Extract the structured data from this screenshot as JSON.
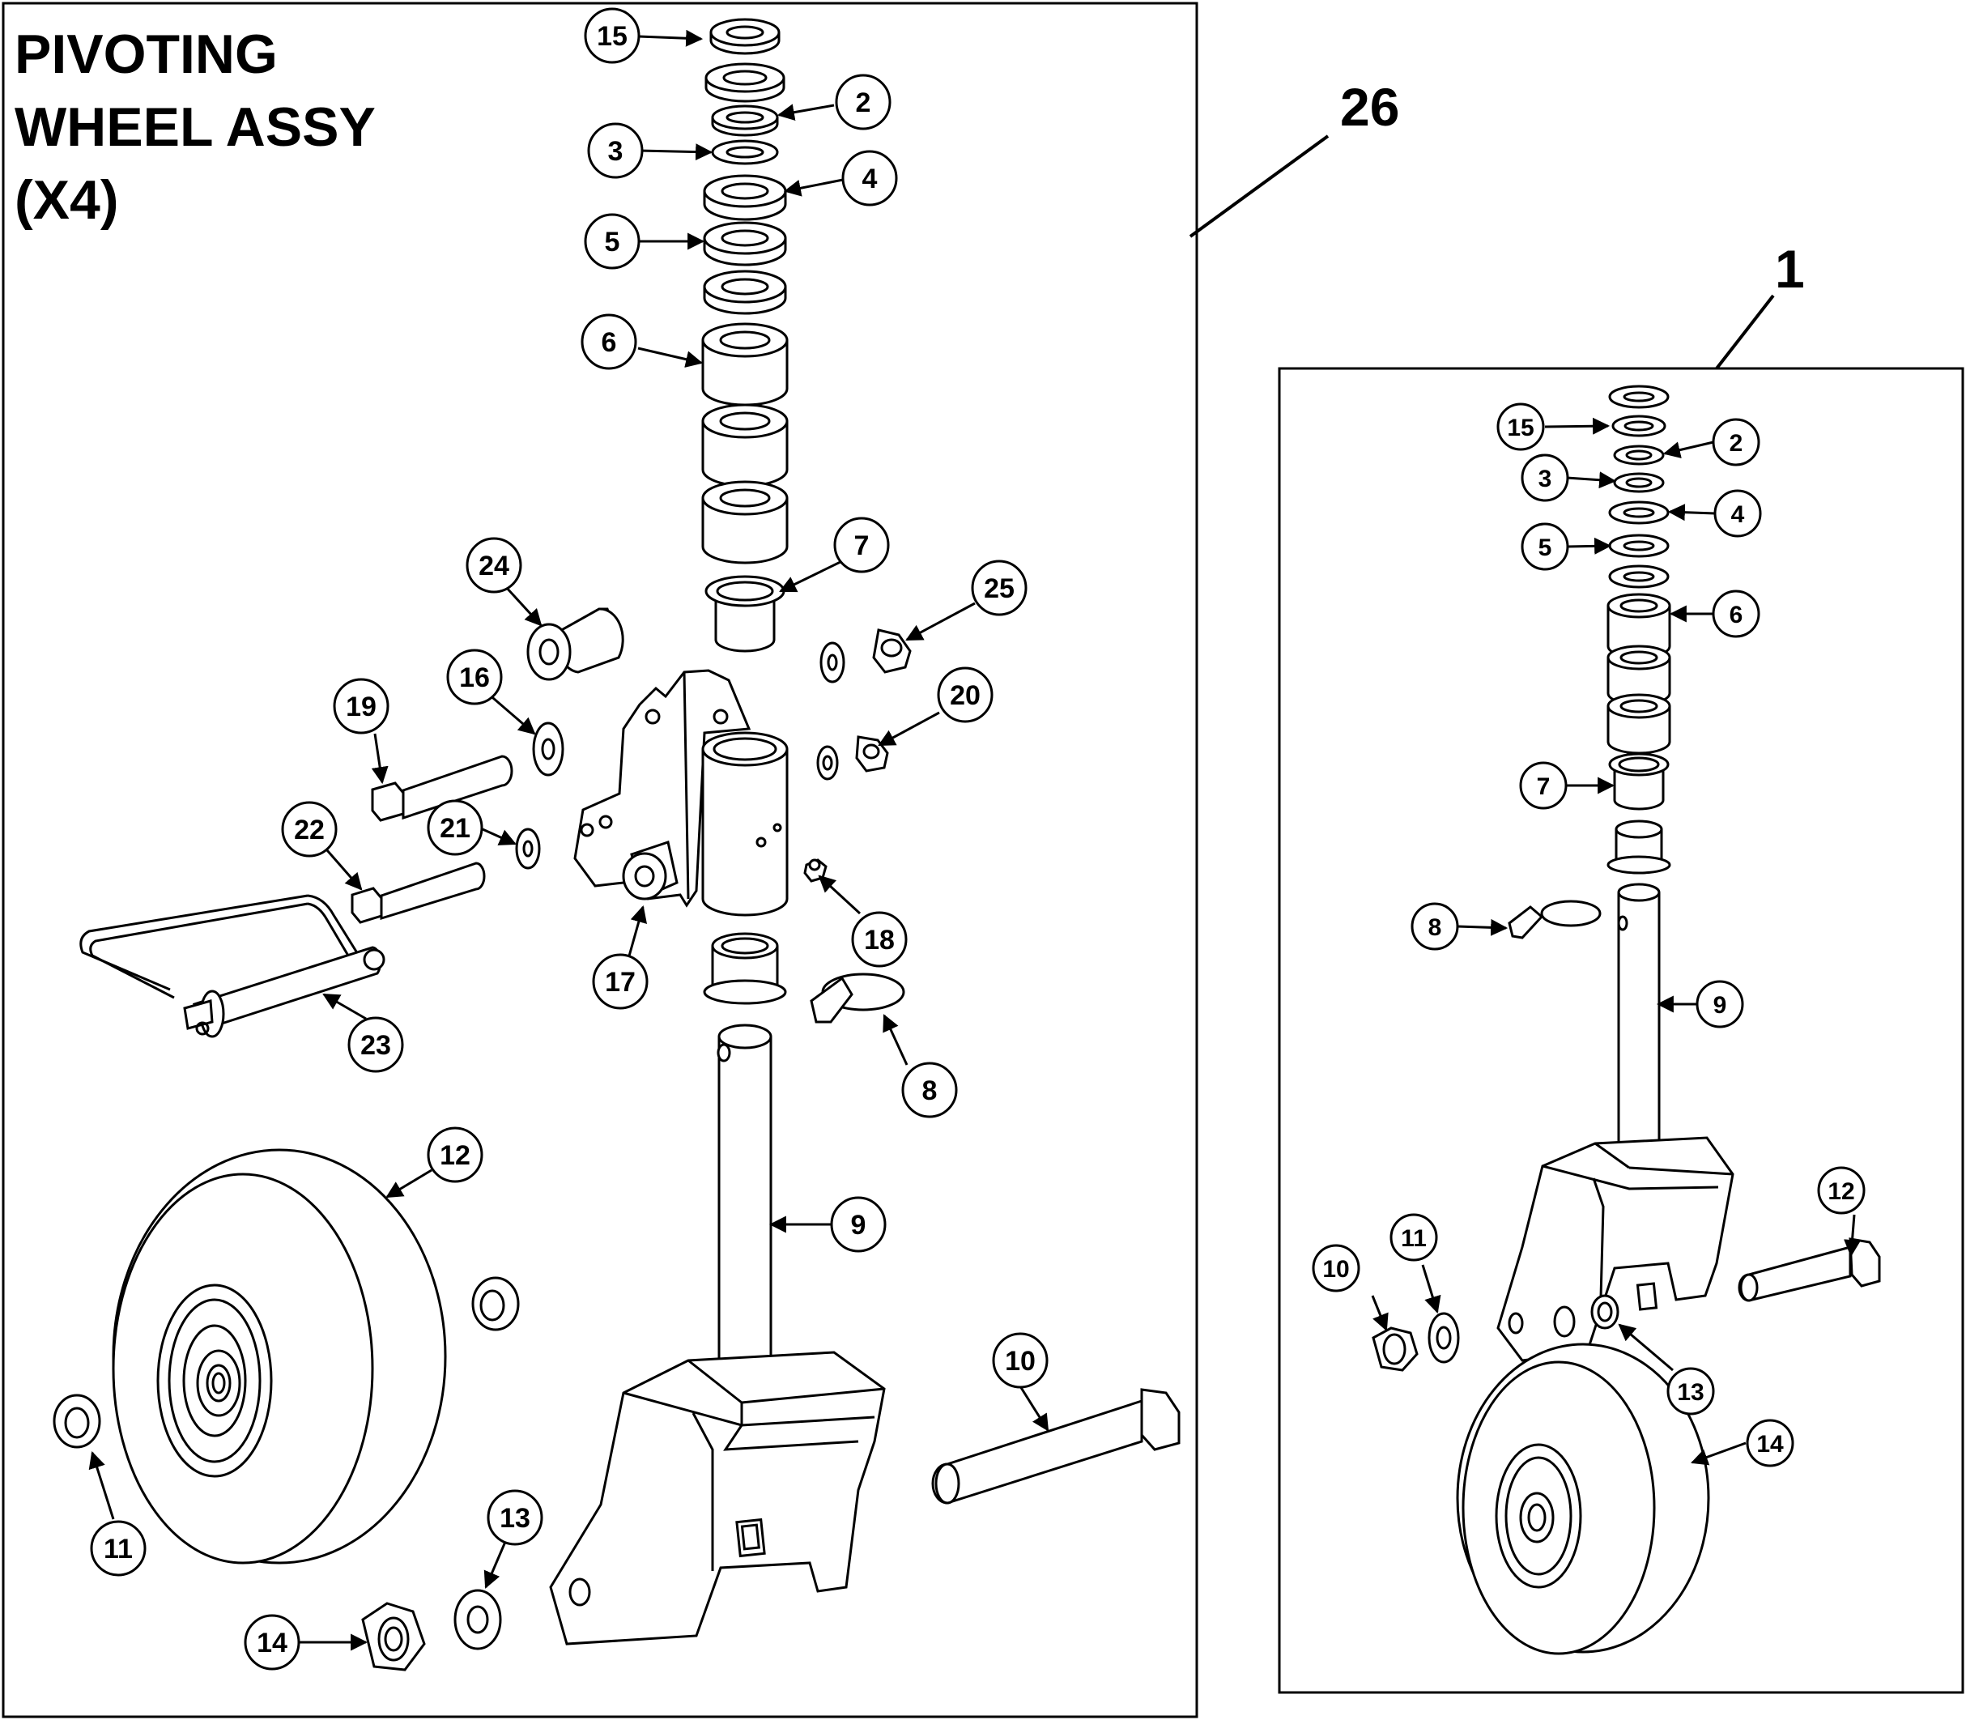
{
  "title_lines": [
    "PIVOTING",
    "WHEEL ASSY",
    "(X4)"
  ],
  "assembly_labels": {
    "main": "26",
    "inset": "1"
  },
  "callouts_main": [
    "15",
    "2",
    "3",
    "4",
    "5",
    "6",
    "7",
    "24",
    "25",
    "16",
    "20",
    "19",
    "21",
    "22",
    "17",
    "18",
    "23",
    "8",
    "12",
    "9",
    "10",
    "11",
    "13",
    "14"
  ],
  "callouts_inset": [
    "15",
    "2",
    "3",
    "4",
    "5",
    "6",
    "7",
    "8",
    "9",
    "10",
    "11",
    "12",
    "13",
    "14"
  ],
  "colors": {
    "line": "#000000",
    "background": "#ffffff"
  }
}
